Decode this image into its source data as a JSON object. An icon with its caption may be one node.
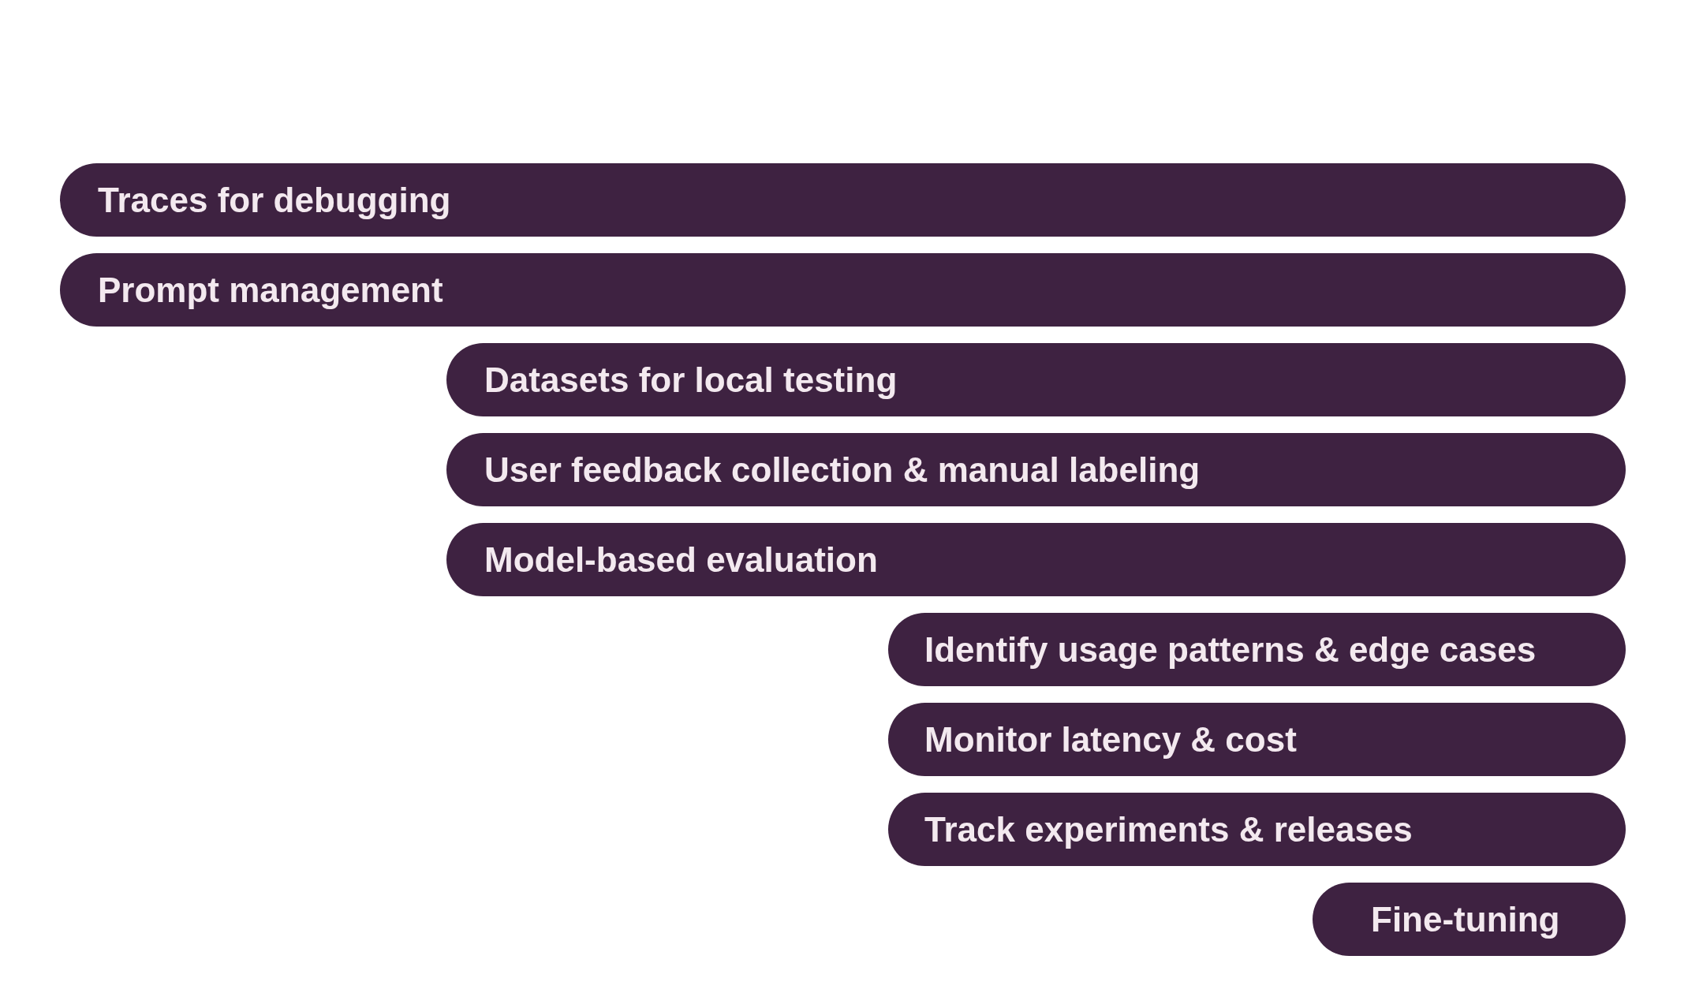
{
  "diagram": {
    "nodes": [
      {
        "text": [
          "Traces for debugging"
        ]
      },
      {
        "text": [
          "Prompt management"
        ]
      },
      {
        "text": [
          "Datasets for local testing"
        ]
      },
      {
        "text": [
          "User feedback collection & manual labeling"
        ]
      },
      {
        "text": [
          "Model-based evaluation"
        ]
      },
      {
        "text": [
          "Identify usage patterns & edge cases"
        ]
      },
      {
        "text": [
          "Monitor latency & cost"
        ]
      },
      {
        "text": [
          "Track experiments & releases"
        ]
      },
      {
        "text": [
          "Fine-tuning"
        ]
      }
    ],
    "edges": []
  }
}
